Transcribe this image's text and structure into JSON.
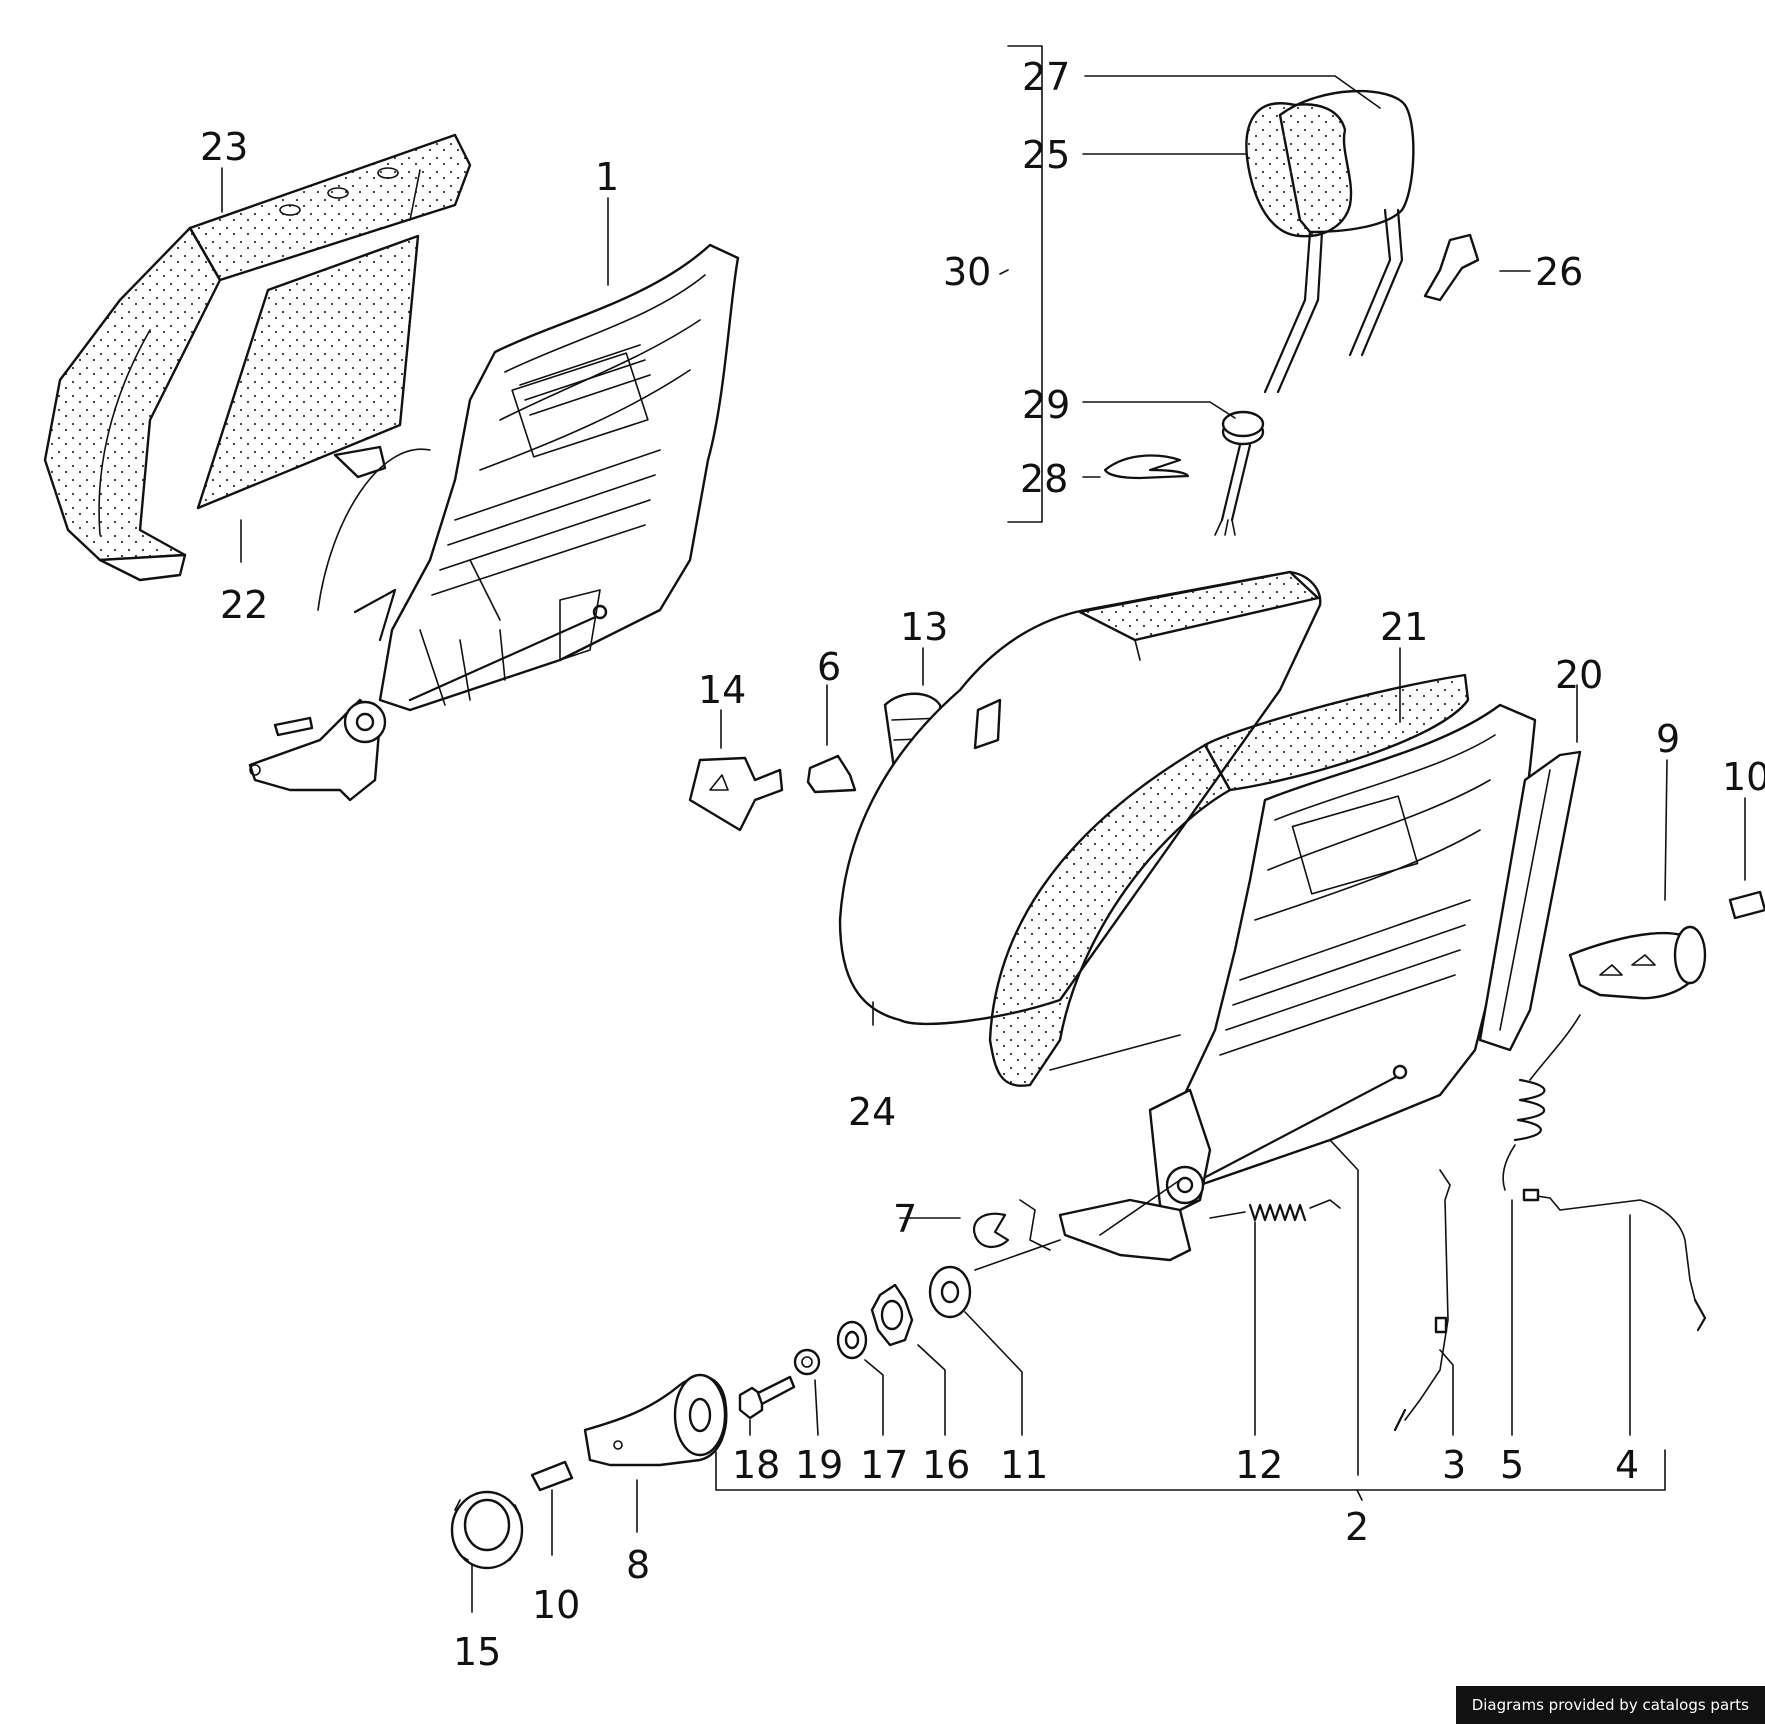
{
  "labels": [
    "1",
    "2",
    "3",
    "4",
    "5",
    "6",
    "7",
    "8",
    "9",
    "10",
    "11",
    "12",
    "13",
    "14",
    "15",
    "16",
    "17",
    "18",
    "19",
    "20",
    "21",
    "22",
    "23",
    "24",
    "25",
    "26",
    "27",
    "28",
    "29",
    "30"
  ],
  "footer": {
    "text": "Diagrams provided by catalogs parts"
  }
}
